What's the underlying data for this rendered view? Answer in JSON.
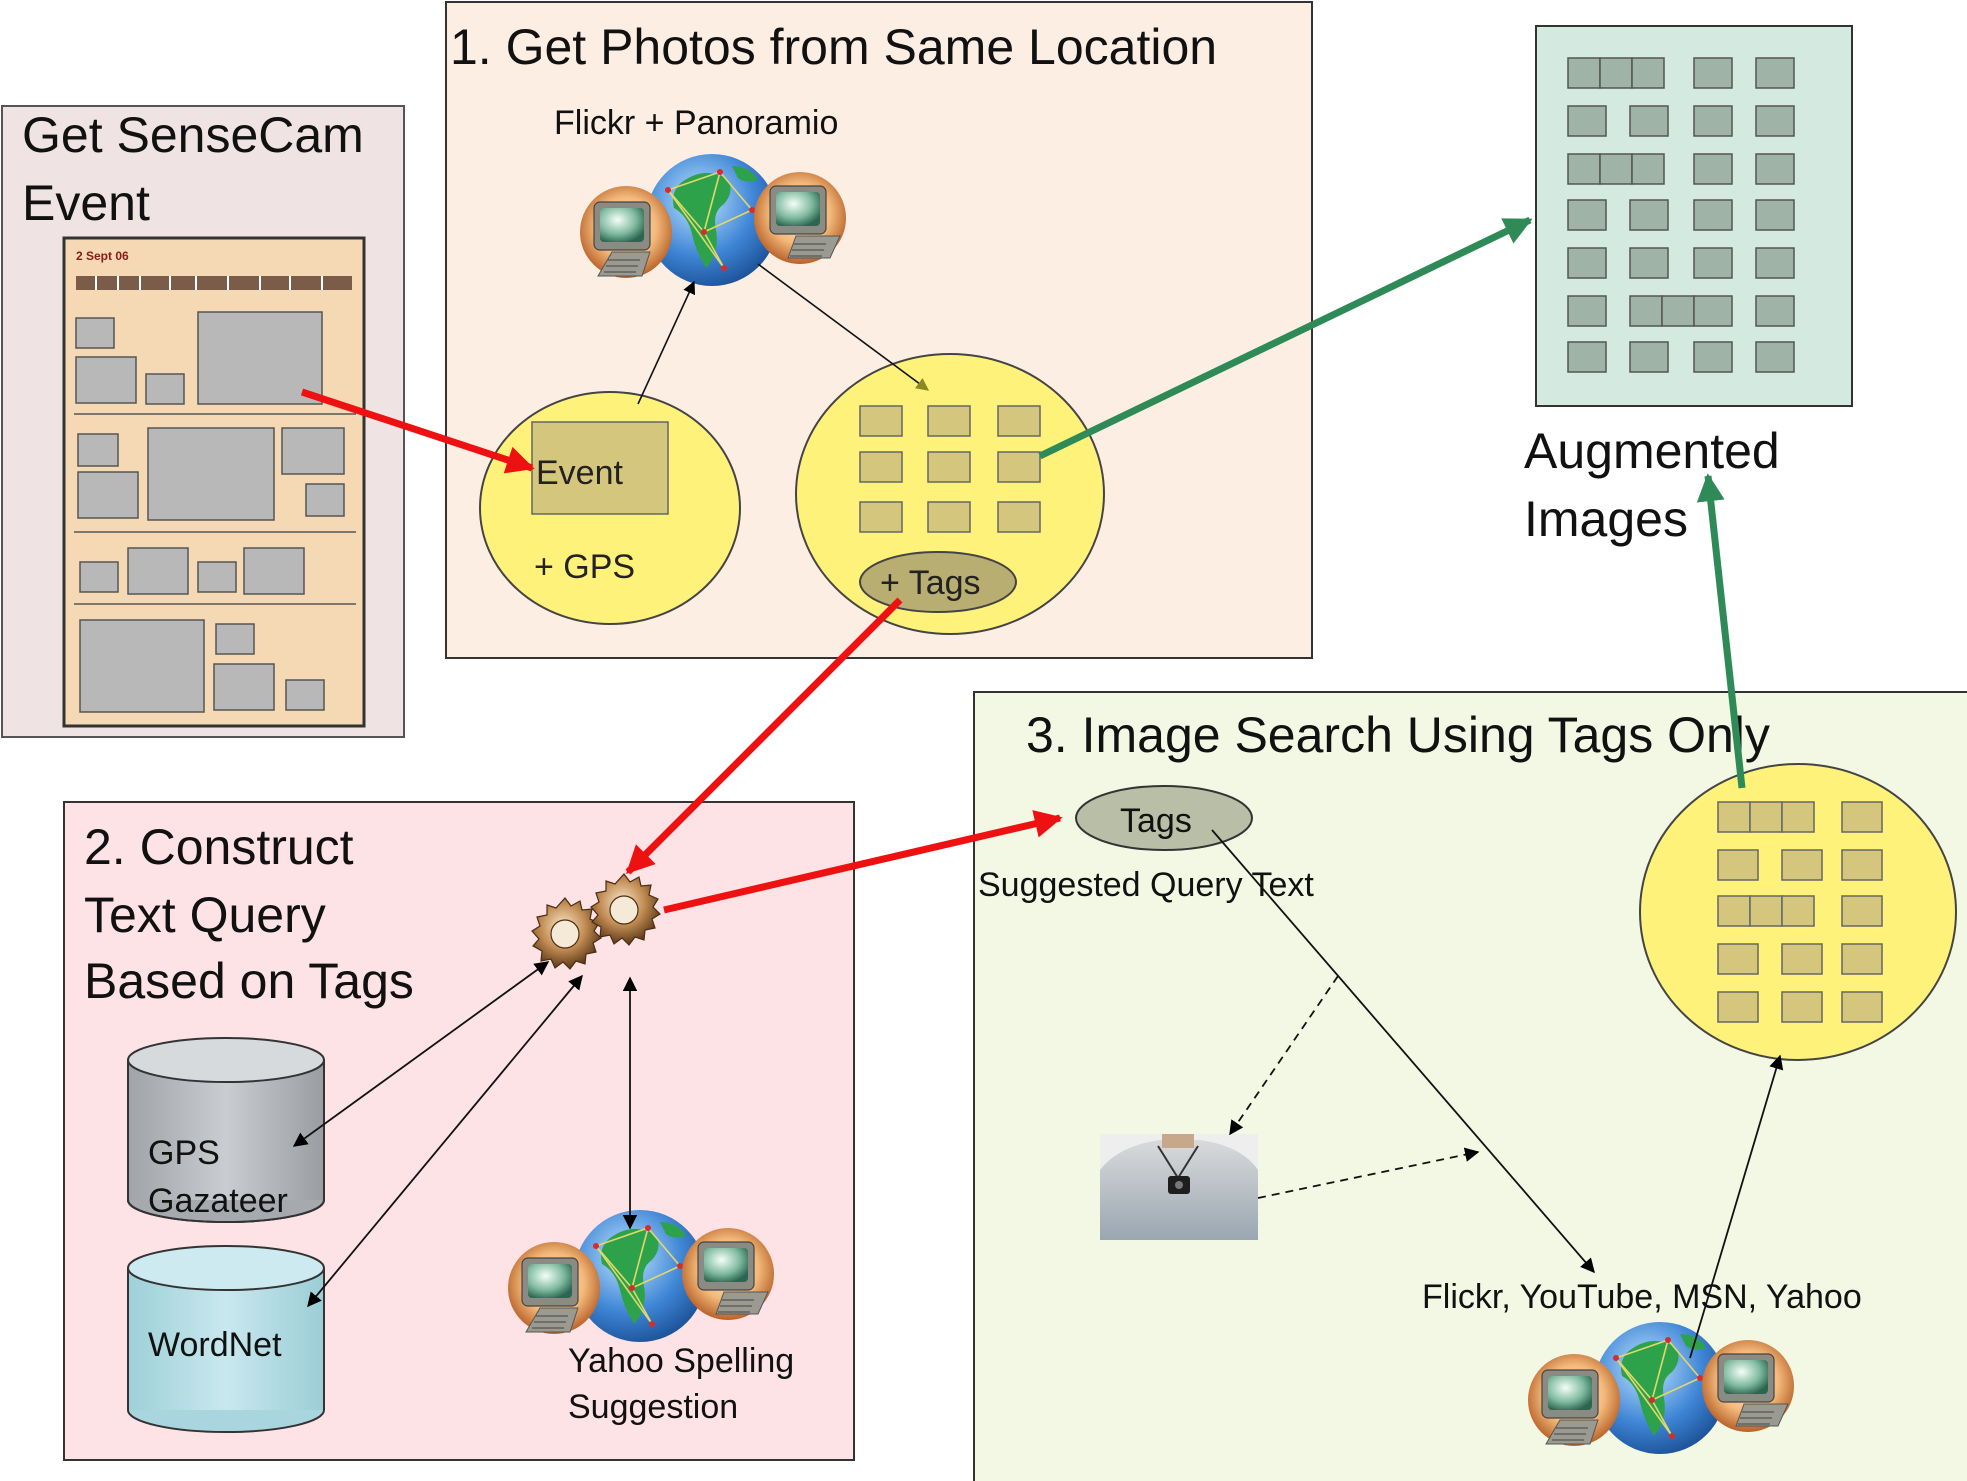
{
  "sensecam": {
    "title_line1": "Get SenseCam",
    "title_line2": "Event",
    "date_label": "2 Sept 06"
  },
  "step1": {
    "title": "1. Get Photos from Same Location",
    "sources_label": "Flickr + Panoramio",
    "event_label": "Event",
    "gps_label": "+ GPS",
    "tags_label": "+ Tags"
  },
  "augmented": {
    "line1": "Augmented",
    "line2": "Images"
  },
  "step2": {
    "title_line1": "2. Construct",
    "title_line2": "Text Query",
    "title_line3": "Based on Tags",
    "gazetteer_line1": "GPS",
    "gazetteer_line2": "Gazateer",
    "wordnet_label": "WordNet",
    "yahoo_line1": "Yahoo Spelling",
    "yahoo_line2": "Suggestion"
  },
  "step3": {
    "title": "3. Image Search Using Tags Only",
    "tags_label": "Tags",
    "query_label": "Suggested Query Text",
    "engines_label": "Flickr, YouTube, MSN, Yahoo"
  },
  "colors": {
    "red_arrow": "#ee1111",
    "green_arrow": "#2e8b57",
    "yellow_ellipse": "#fff27a",
    "thumb_gray": "#b8b8b8",
    "thumb_tan": "#c8b87a",
    "augmented_bg": "#d4e9df"
  }
}
